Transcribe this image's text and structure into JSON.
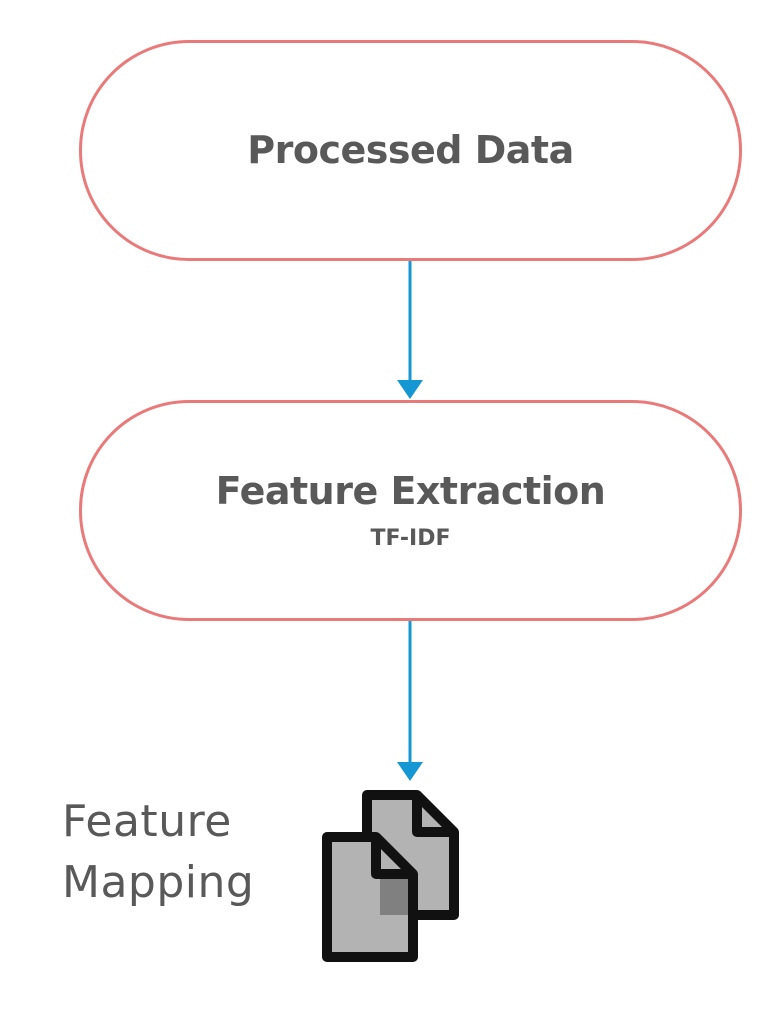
{
  "diagram": {
    "nodes": [
      {
        "id": "processed-data",
        "title": "Processed Data",
        "subtitle": ""
      },
      {
        "id": "feature-extraction",
        "title": "Feature Extraction",
        "subtitle": "TF-IDF"
      }
    ],
    "output": {
      "label_line_1": "Feature",
      "label_line_2": "Mapping",
      "icon": "multiple-documents-icon"
    },
    "colors": {
      "node_border": "#ea7a7a",
      "connector": "#1597d3",
      "text": "#595959",
      "document_fill": "#b3b3b3",
      "document_stroke": "#111111"
    }
  }
}
